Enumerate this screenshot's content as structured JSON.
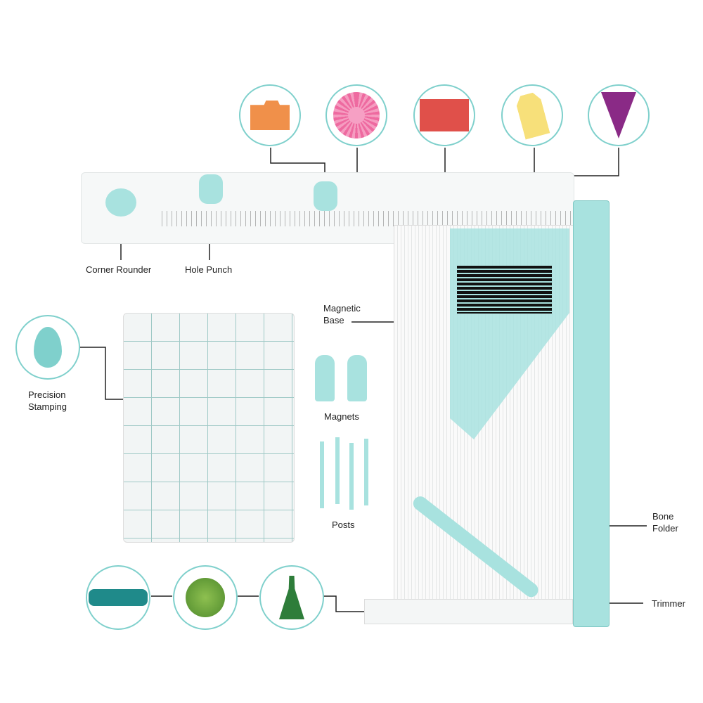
{
  "labels": {
    "corner_rounder": "Corner Rounder",
    "hole_punch": "Hole Punch",
    "magnetic_base_1": "Magnetic",
    "magnetic_base_2": "Base",
    "precision_stamping_1": "Precision",
    "precision_stamping_2": "Stamping",
    "magnets": "Magnets",
    "posts": "Posts",
    "bone_folder_1": "Bone",
    "bone_folder_2": "Folder",
    "trimmer": "Trimmer"
  },
  "colors": {
    "accent": "#7fd0cc",
    "mint": "#a8e2df",
    "folder": "#f0904a",
    "rosette": "#ee6aa0",
    "envelope": "#e0504a",
    "tag": "#f7e07a",
    "pennant": "#8a2a86",
    "green": "#2e7d3a"
  }
}
